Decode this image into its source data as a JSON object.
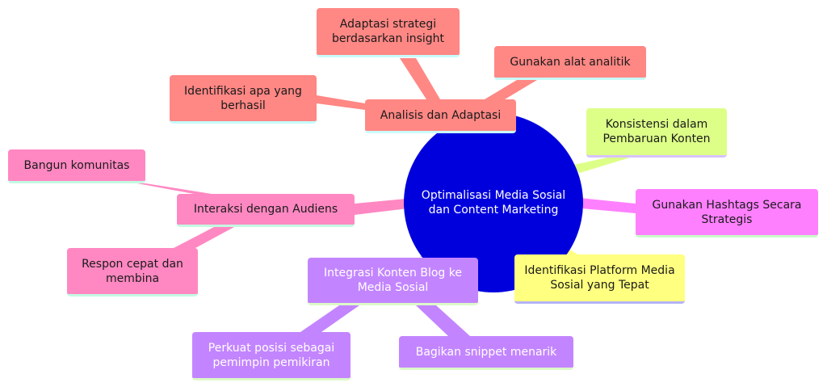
{
  "diagram": {
    "type": "mindmap",
    "center": {
      "label": "Optimalisasi Media Sosial dan Content Marketing",
      "color": "#0000dd"
    },
    "branches": [
      {
        "label": "Analisis dan Adaptasi",
        "color": "#ff8784",
        "children": [
          {
            "label": "Adaptasi strategi berdasarkan insight"
          },
          {
            "label": "Gunakan alat analitik"
          },
          {
            "label": "Identifikasi apa yang berhasil"
          }
        ]
      },
      {
        "label": "Konsistensi dalam Pembaruan Konten",
        "color": "#ddff88",
        "children": []
      },
      {
        "label": "Gunakan Hashtags Secara Strategis",
        "color": "#ff80ff",
        "children": []
      },
      {
        "label": "Identifikasi Platform Media Sosial yang Tepat",
        "color": "#ffff80",
        "children": []
      },
      {
        "label": "Integrasi Konten Blog ke Media Sosial",
        "color": "#c385ff",
        "children": [
          {
            "label": "Perkuat posisi sebagai pemimpin pemikiran"
          },
          {
            "label": "Bagikan snippet menarik"
          }
        ]
      },
      {
        "label": "Interaksi dengan Audiens",
        "color": "#ff88c2",
        "children": [
          {
            "label": "Bangun komunitas"
          },
          {
            "label": "Respon cepat dan membina"
          }
        ]
      }
    ]
  }
}
